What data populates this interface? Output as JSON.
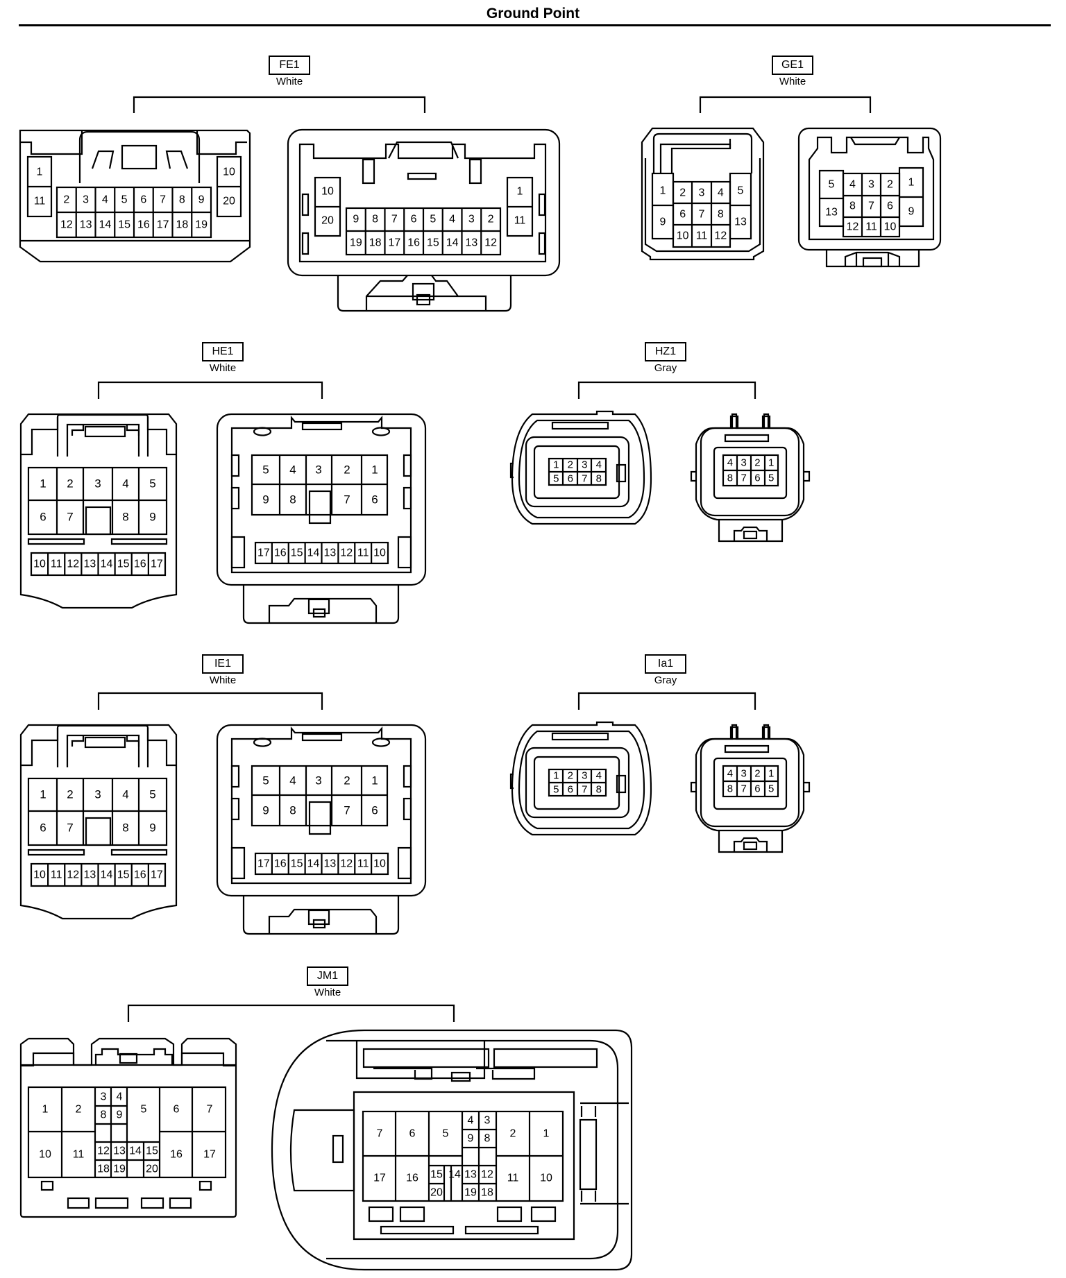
{
  "title": "Ground Point",
  "groups": [
    {
      "code": "FE1",
      "color": "White"
    },
    {
      "code": "GE1",
      "color": "White"
    },
    {
      "code": "HE1",
      "color": "White"
    },
    {
      "code": "HZ1",
      "color": "Gray"
    },
    {
      "code": "IE1",
      "color": "White"
    },
    {
      "code": "Ia1",
      "color": "Gray"
    },
    {
      "code": "JM1",
      "color": "White"
    }
  ]
}
